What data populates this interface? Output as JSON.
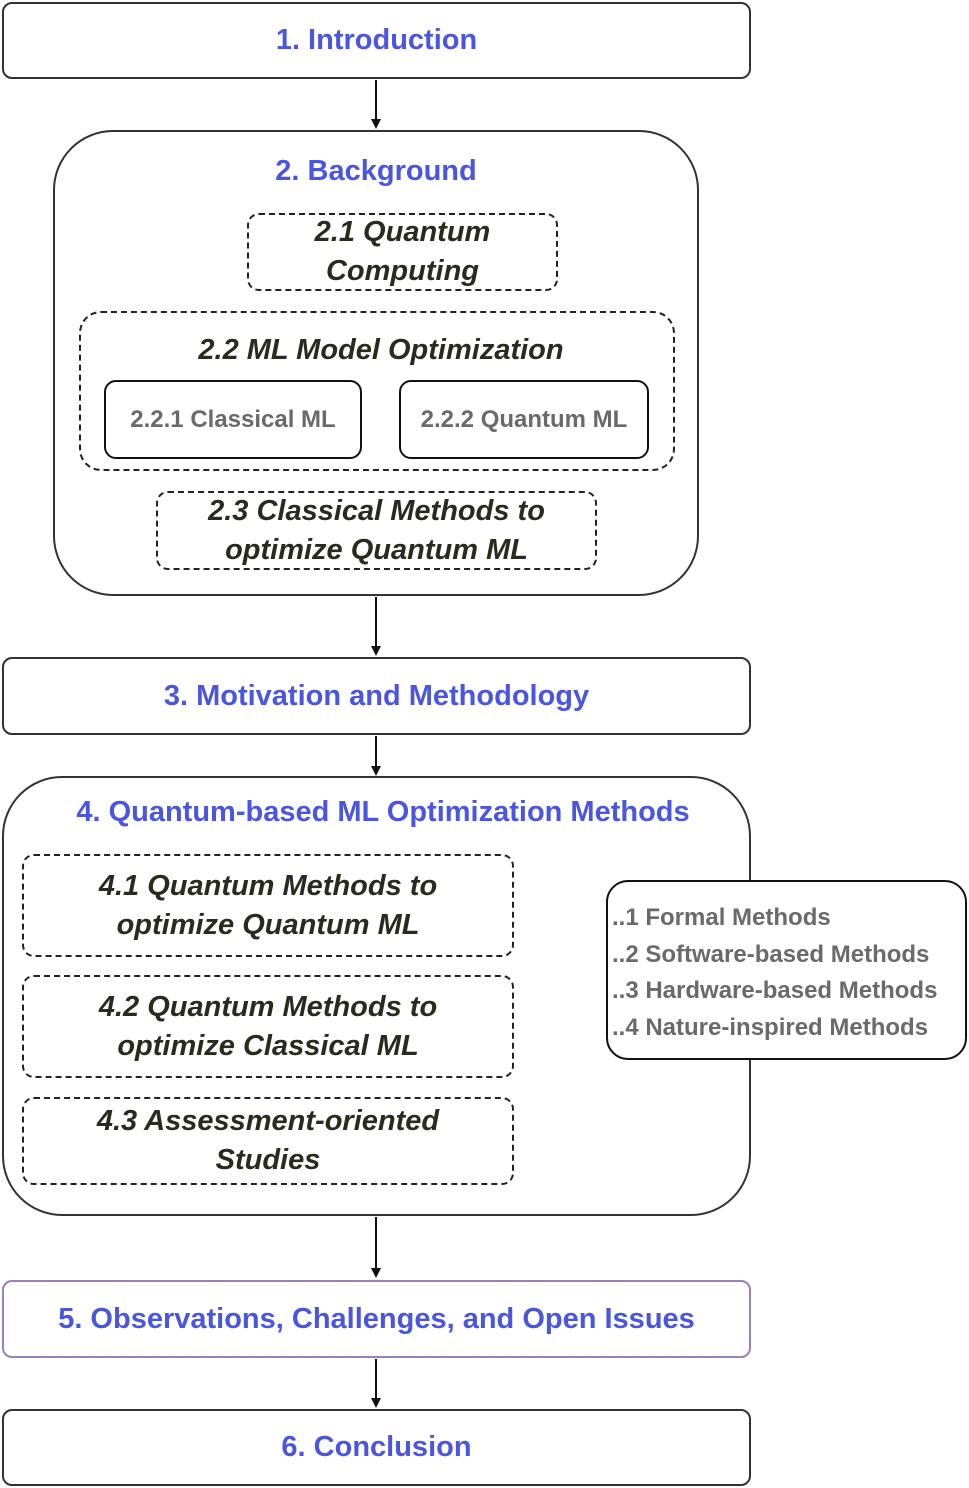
{
  "sections": {
    "s1": "1. Introduction",
    "s2": {
      "title": "2. Background",
      "s21": "2.1 Quantum Computing",
      "s22": {
        "title": "2.2 ML Model Optimization",
        "s221": "2.2.1 Classical ML",
        "s222": "2.2.2 Quantum ML"
      },
      "s23": "2.3 Classical Methods to optimize Quantum ML"
    },
    "s3": "3. Motivation and Methodology",
    "s4": {
      "title": "4. Quantum-based ML Optimization Methods",
      "s41": "4.1 Quantum Methods to optimize Quantum ML",
      "s42": "4.2 Quantum Methods to optimize Classical ML",
      "s43": "4.3 Assessment-oriented Studies",
      "methods": [
        "..1 Formal Methods",
        "..2 Software-based Methods",
        "..3 Hardware-based Methods",
        "..4 Nature-inspired Methods"
      ]
    },
    "s5": "5. Observations, Challenges, and Open Issues",
    "s6": "6. Conclusion"
  },
  "colors": {
    "heading": "#4a55e0",
    "subheading": "#2a2a1e",
    "leaf": "#6a6a6a",
    "s5_border": "#9b7fb8"
  }
}
